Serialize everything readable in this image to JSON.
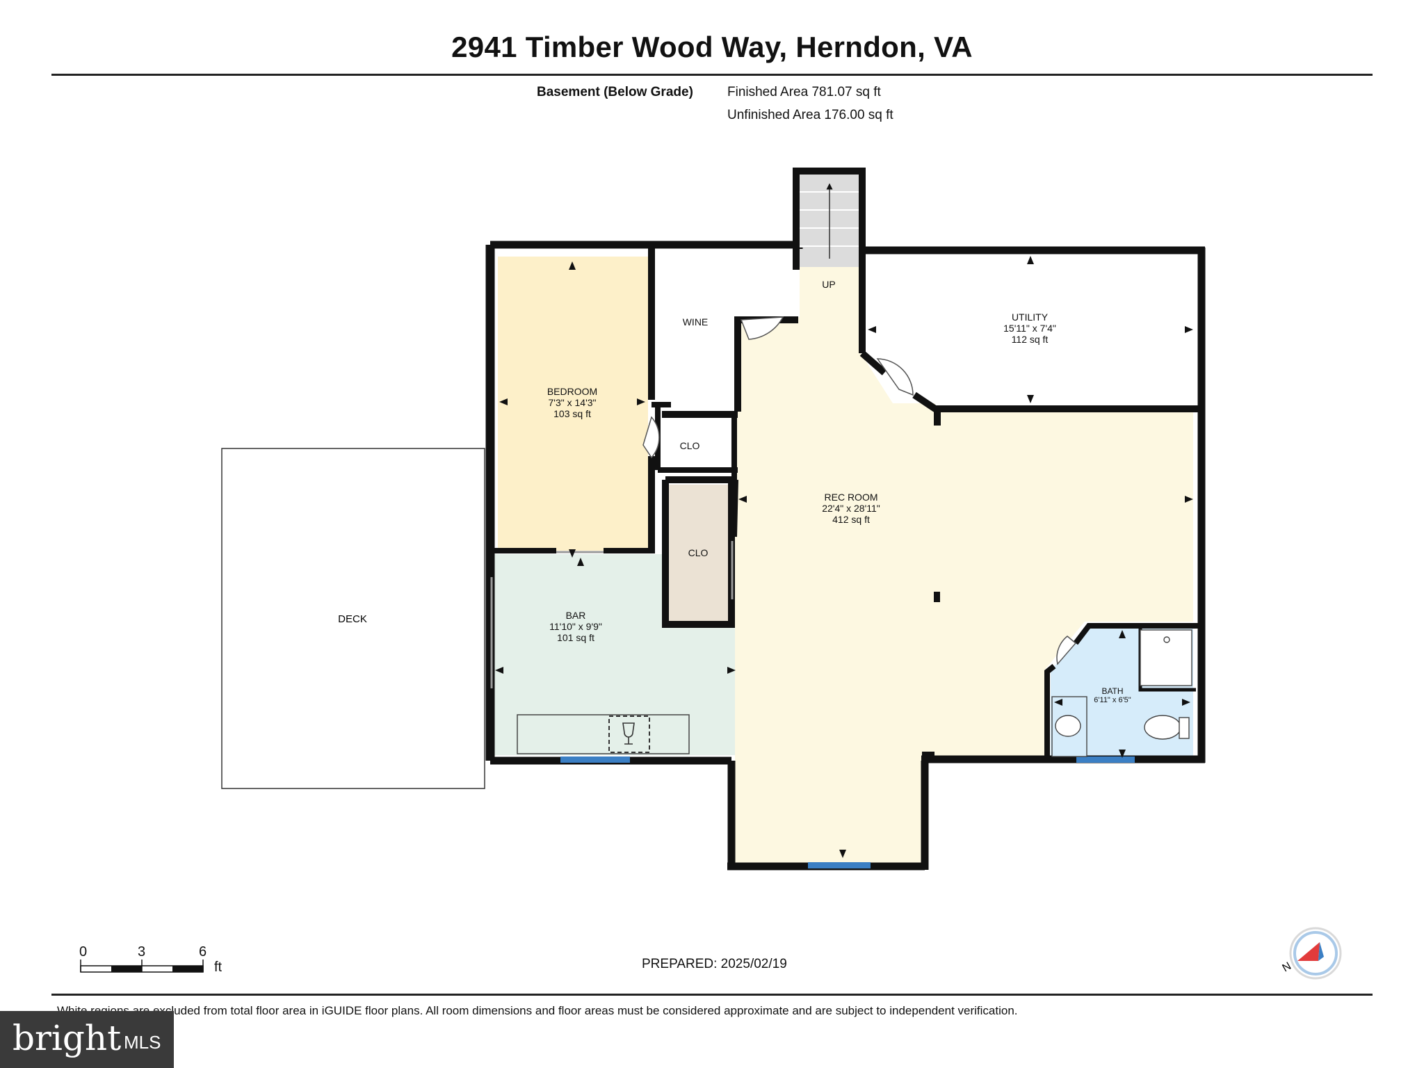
{
  "title": "2941 Timber Wood Way, Herndon, VA",
  "floor": {
    "label": "Basement (Below Grade)",
    "finished_area": "Finished Area 781.07 sq ft",
    "unfinished_area": "Unfinished Area 176.00 sq ft"
  },
  "rooms": {
    "bedroom": {
      "name": "BEDROOM",
      "dims": "7'3\" x 14'3\"",
      "area": "103 sq ft"
    },
    "utility": {
      "name": "UTILITY",
      "dims": "15'11\" x 7'4\"",
      "area": "112 sq ft"
    },
    "rec_room": {
      "name": "REC ROOM",
      "dims": "22'4\" x 28'11\"",
      "area": "412 sq ft"
    },
    "bar": {
      "name": "BAR",
      "dims": "11'10\" x 9'9\"",
      "area": "101 sq ft"
    },
    "bath": {
      "name": "BATH",
      "dims": "6'11\" x 6'5\""
    },
    "wine": {
      "name": "WINE"
    },
    "closet_upper": {
      "name": "CLO"
    },
    "closet_lower": {
      "name": "CLO"
    },
    "deck": {
      "name": "DECK"
    },
    "stairs": {
      "name": "UP"
    }
  },
  "scale_bar": {
    "ticks": [
      "0",
      "3",
      "6"
    ],
    "unit": "ft"
  },
  "compass": {
    "letter": "N"
  },
  "prepared": "PREPARED: 2025/02/19",
  "disclaimer": "White regions are excluded from total floor area in iGUIDE floor plans. All room dimensions and floor areas must be considered approximate and are subject to independent verification.",
  "logo": {
    "word": "bright",
    "suffix": "MLS"
  },
  "colors": {
    "wall": "#111111",
    "bedroom": "#fdf0c9",
    "rec_room": "#fdf8e1",
    "bar": "#e4f0e9",
    "bath": "#d6ecfa",
    "closet": "#ebe2d4",
    "window": "#3b7fc4",
    "compass_red": "#e23b3b"
  }
}
